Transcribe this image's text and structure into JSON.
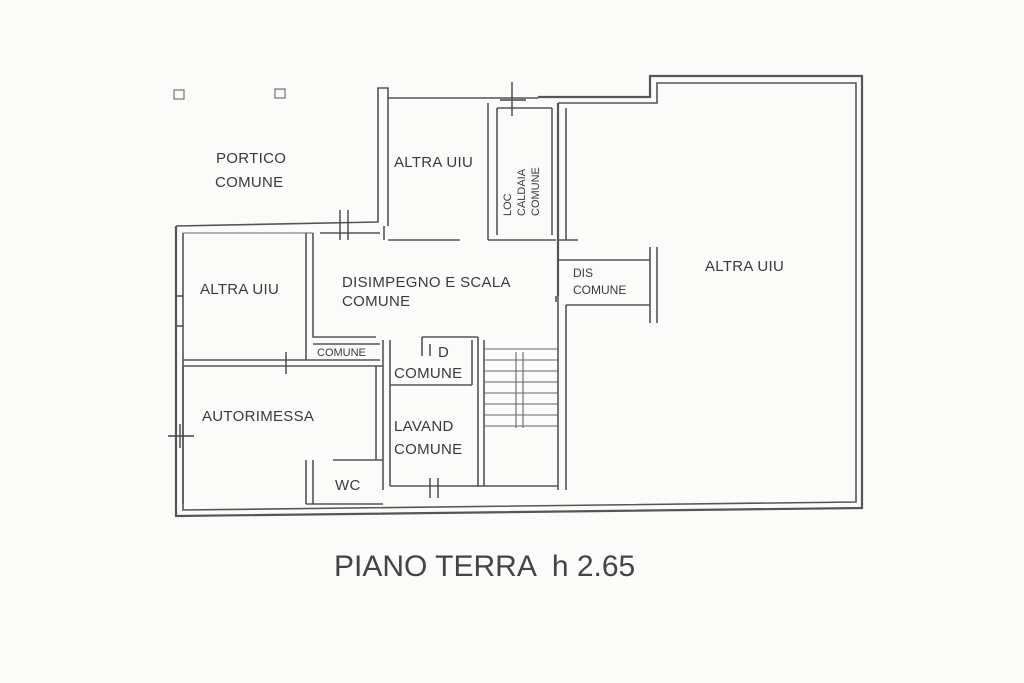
{
  "plan": {
    "title": "PIANO TERRA  h 2.65",
    "rooms": {
      "portico_1": "PORTICO",
      "portico_2": "COMUNE",
      "altra_uiu_top": "ALTRA UIU",
      "loc_caldaia_1": "LOC",
      "loc_caldaia_2": "CALDAIA",
      "loc_caldaia_3": "COMUNE",
      "altra_uiu_right": "ALTRA UIU",
      "altra_uiu_left": "ALTRA UIU",
      "disimpegno_1": "DISIMPEGNO E SCALA",
      "disimpegno_2": "COMUNE",
      "dis_1": "DIS",
      "dis_2": "COMUNE",
      "comune_small": "COMUNE",
      "d_1": "D",
      "d_2": "COMUNE",
      "autorimessa": "AUTORIMESSA",
      "lavand_1": "LAVAND",
      "lavand_2": "COMUNE",
      "wc": "WC"
    }
  }
}
